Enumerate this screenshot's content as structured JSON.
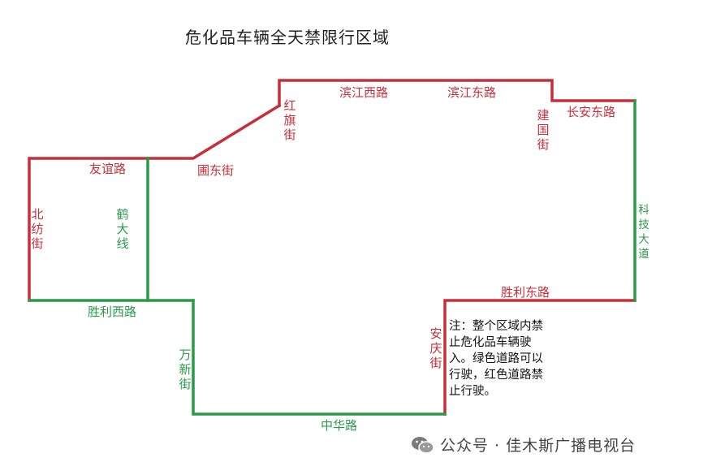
{
  "title": "危化品车辆全天禁限行区域",
  "colors": {
    "restricted": "#c62f3a",
    "allowed": "#2a9a4a"
  },
  "roads": {
    "youyi": "友谊路",
    "beifang": "北纺街",
    "hedaxian": "鹤大线",
    "shengli_west": "胜利西路",
    "pudong": "圃东街",
    "hongqi": "红旗街",
    "binjiang_west": "滨江西路",
    "binjiang_east": "滨江东路",
    "jianguo": "建国街",
    "changan_east": "长安东路",
    "keji": "科技大道",
    "shengli_east": "胜利东路",
    "anqing": "安庆街",
    "wanxin": "万新街",
    "zhonghua": "中华路"
  },
  "note": "注：整个区域内禁止危化品车辆驶入。绿色道路可以行驶，红色道路禁止行驶。",
  "watermark": "公众号 · 佳木斯广播电视台",
  "icons": {
    "watermark": "wechat-icon"
  }
}
